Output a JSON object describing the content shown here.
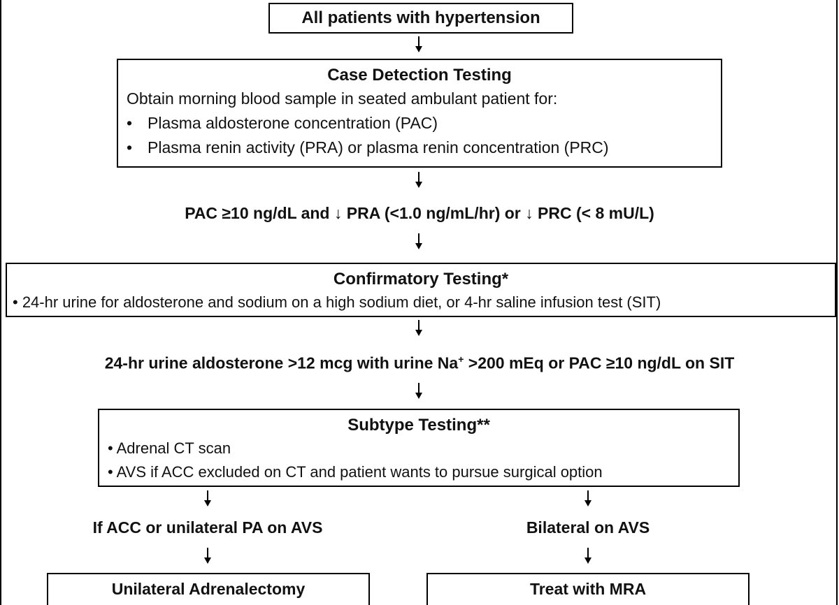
{
  "start_box": {
    "label": "All patients with hypertension"
  },
  "case_detection": {
    "title": "Case Detection Testing",
    "intro": "Obtain morning blood sample in seated ambulant patient for:",
    "bullets": [
      "Plasma aldosterone concentration (PAC)",
      "Plasma renin activity (PRA) or plasma renin concentration (PRC)"
    ]
  },
  "criterion_1": "PAC ≥10 ng/dL and ↓ PRA (<1.0 ng/mL/hr) or ↓ PRC (< 8 mU/L)",
  "confirmatory": {
    "title": "Confirmatory Testing*",
    "bullet": "• 24-hr urine for aldosterone and sodium on a high sodium diet, or 4-hr saline infusion test (SIT)"
  },
  "criterion_2": {
    "part1": "24-hr urine aldosterone >12 mcg with urine Na",
    "sup": "+",
    "part2": " >200 mEq or PAC ≥10 ng/dL on SIT"
  },
  "subtype": {
    "title": "Subtype Testing**",
    "bullets": [
      "• Adrenal CT scan",
      "• AVS if ACC excluded on CT and patient wants to pursue surgical option"
    ]
  },
  "branch_left": {
    "condition": "If ACC or unilateral PA on AVS",
    "outcome": "Unilateral Adrenalectomy"
  },
  "branch_right": {
    "condition": "Bilateral on AVS",
    "outcome": "Treat with MRA"
  },
  "bullet_symbol": "•"
}
